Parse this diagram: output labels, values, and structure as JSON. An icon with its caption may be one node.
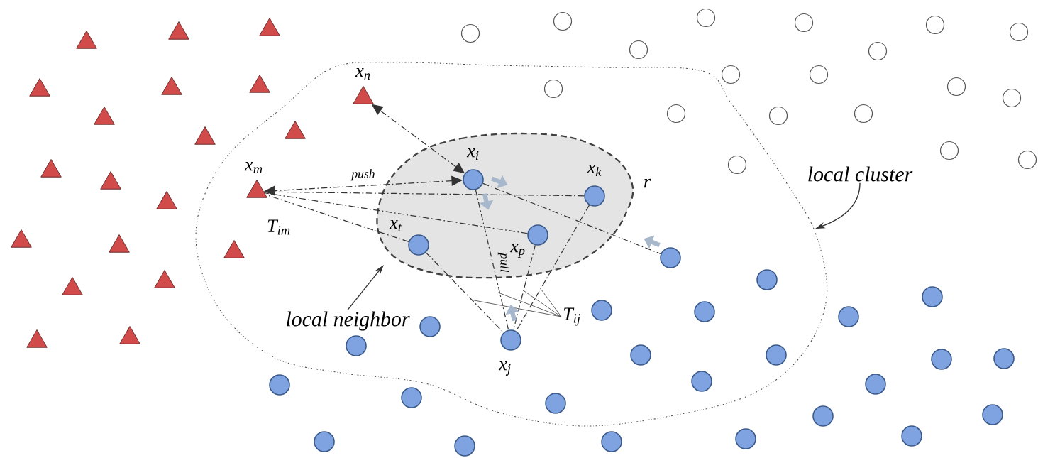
{
  "diagram": {
    "nodes": [
      {
        "text": [],
        "shape": "cloud"
      },
      {
        "text": [],
        "shape": "cloud",
        "in": 0
      },
      {
        "text": [
          "x$_{n}$"
        ],
        "in": 0
      },
      {
        "text": [
          "x$_{m}$"
        ],
        "in": 0
      },
      {
        "text": [
          "x$_{i}$"
        ],
        "in": 1
      },
      {
        "text": [
          "x$_{k}$"
        ],
        "in": 1
      },
      {
        "text": [
          "x$_{t}$"
        ],
        "in": 1
      },
      {
        "text": [
          "x$_{p}$"
        ],
        "in": 1
      },
      {
        "text": [
          "x$_{j}$"
        ],
        "in": 0
      },
      {
        "text": [
          "T$_{ij}$"
        ],
        "in": 0
      },
      {
        "text": [
          "local neighbor"
        ],
        "in": 0
      },
      {
        "text": [
          "local cluster"
        ]
      },
      {
        "text": [],
        "shape": "circle",
        "in": 0
      },
      {
        "text": [],
        "shape": "triangle"
      },
      {
        "text": [],
        "shape": "triangle"
      },
      {
        "text": [],
        "shape": "triangle"
      },
      {
        "text": [],
        "shape": "triangle"
      },
      {
        "text": [],
        "shape": "triangle"
      },
      {
        "text": [],
        "shape": "triangle"
      },
      {
        "text": [],
        "shape": "triangle"
      },
      {
        "text": [],
        "shape": "triangle",
        "in": 0
      },
      {
        "text": [],
        "shape": "triangle"
      },
      {
        "text": [],
        "shape": "triangle"
      },
      {
        "text": [],
        "shape": "triangle"
      },
      {
        "text": [],
        "shape": "triangle"
      },
      {
        "text": [],
        "shape": "triangle"
      },
      {
        "text": [],
        "shape": "triangle"
      },
      {
        "text": [],
        "shape": "triangle",
        "in": 0
      },
      {
        "text": [],
        "shape": "triangle"
      },
      {
        "text": [],
        "shape": "triangle"
      },
      {
        "text": [],
        "shape": "triangle"
      },
      {
        "text": [],
        "shape": "triangle"
      },
      {
        "text": [],
        "shape": "circle"
      },
      {
        "text": [],
        "shape": "circle"
      },
      {
        "text": [],
        "shape": "circle"
      },
      {
        "text": [],
        "shape": "circle"
      },
      {
        "text": [],
        "shape": "circle"
      },
      {
        "text": [],
        "shape": "circle"
      },
      {
        "text": [],
        "shape": "circle"
      },
      {
        "text": [],
        "shape": "circle"
      },
      {
        "text": [],
        "shape": "circle"
      },
      {
        "text": [],
        "shape": "circle"
      },
      {
        "text": [],
        "shape": "circle"
      },
      {
        "text": [],
        "shape": "circle",
        "in": 0
      },
      {
        "text": [],
        "shape": "circle"
      },
      {
        "text": [],
        "shape": "circle",
        "in": 0
      },
      {
        "text": [],
        "shape": "circle"
      },
      {
        "text": [],
        "shape": "circle"
      },
      {
        "text": [],
        "shape": "circle"
      },
      {
        "text": [],
        "shape": "circle"
      },
      {
        "text": [],
        "shape": "circle",
        "in": 0
      },
      {
        "text": [],
        "shape": "circle",
        "in": 0
      },
      {
        "text": [],
        "shape": "circle"
      },
      {
        "text": [],
        "shape": "circle",
        "in": 0
      },
      {
        "text": [],
        "shape": "circle",
        "in": 0
      },
      {
        "text": [],
        "shape": "circle"
      },
      {
        "text": [],
        "shape": "circle",
        "in": 0
      },
      {
        "text": [],
        "shape": "circle",
        "in": 0
      },
      {
        "text": [],
        "shape": "circle",
        "in": 0
      },
      {
        "text": [],
        "shape": "circle",
        "in": 0
      },
      {
        "text": [],
        "shape": "circle"
      },
      {
        "text": [],
        "shape": "circle"
      },
      {
        "text": [],
        "shape": "circle",
        "in": 0
      },
      {
        "text": [],
        "shape": "circle"
      },
      {
        "text": [],
        "shape": "circle"
      },
      {
        "text": [],
        "shape": "circle"
      },
      {
        "text": [],
        "shape": "circle",
        "in": 0
      },
      {
        "text": [],
        "shape": "circle"
      },
      {
        "text": [],
        "shape": "circle"
      },
      {
        "text": [],
        "shape": "circle"
      },
      {
        "text": [],
        "shape": "circle"
      },
      {
        "text": [],
        "shape": "circle"
      },
      {
        "text": [],
        "shape": "circle"
      },
      {
        "text": [],
        "shape": "circle"
      }
    ],
    "edges": [
      {
        "from": 4,
        "to": 2,
        "arrow": "both",
        "style": "dashed"
      },
      {
        "from": 4,
        "to": 3,
        "arrow": "both",
        "style": "dashed",
        "label": "push"
      },
      {
        "from": 5,
        "to": 3,
        "arrow": "none",
        "style": "dashed"
      },
      {
        "from": 7,
        "to": 3,
        "arrow": "none",
        "style": "dashed"
      },
      {
        "from": 6,
        "to": 3,
        "arrow": "none",
        "style": "dashed"
      },
      {
        "from": 4,
        "to": 8,
        "arrow": "none",
        "style": "dashed",
        "label": "pull"
      },
      {
        "from": 4,
        "to": 12,
        "arrow": "none",
        "style": "dashed"
      },
      {
        "from": 6,
        "to": 8,
        "arrow": "none",
        "style": "dashed"
      },
      {
        "from": 7,
        "to": 8,
        "arrow": "none",
        "style": "dashed"
      },
      {
        "from": 5,
        "to": 8,
        "arrow": "none",
        "style": "dashed"
      },
      {
        "from": 9,
        "to": null,
        "arrow": "none"
      },
      {
        "from": 9,
        "to": null,
        "arrow": "none"
      },
      {
        "from": 9,
        "to": null,
        "arrow": "none"
      },
      {
        "from": 9,
        "to": null,
        "arrow": "none"
      },
      {
        "from": 10,
        "to": 1,
        "arrow": "to"
      },
      {
        "from": 11,
        "to": 0,
        "arrow": "to"
      }
    ],
    "labels": [
      "T$_{im}$",
      "r"
    ]
  }
}
